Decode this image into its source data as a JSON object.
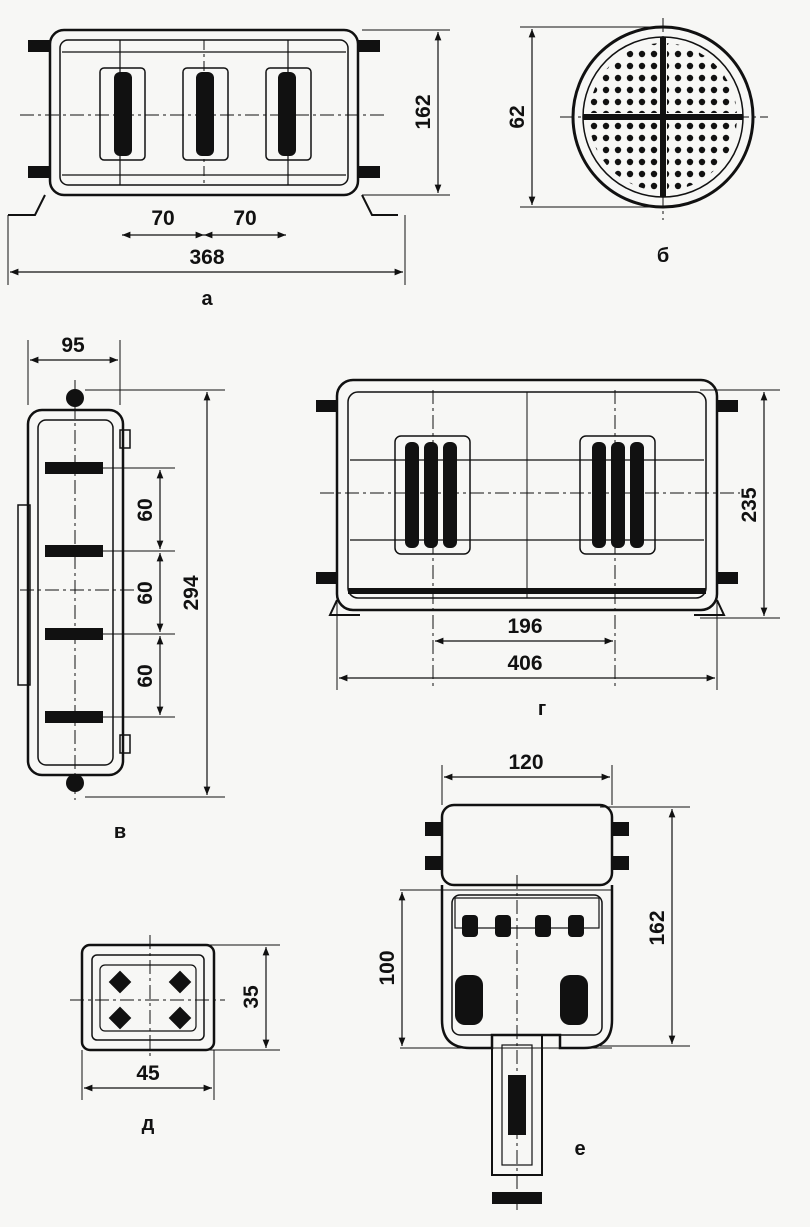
{
  "views": {
    "a": {
      "caption": "а",
      "dims": {
        "pitch_left": "70",
        "pitch_right": "70",
        "length": "368",
        "height": "162"
      }
    },
    "b": {
      "caption": "б",
      "dims": {
        "diameter": "62"
      }
    },
    "v": {
      "caption": "в",
      "dims": {
        "width": "95",
        "pitch_1": "60",
        "pitch_2": "60",
        "pitch_3": "60",
        "height": "294"
      }
    },
    "g": {
      "caption": "г",
      "dims": {
        "pitch": "196",
        "length": "406",
        "height": "235"
      }
    },
    "d": {
      "caption": "д",
      "dims": {
        "width": "45",
        "height": "35"
      }
    },
    "e": {
      "caption": "е",
      "dims": {
        "width": "120",
        "body_height": "100",
        "height": "162"
      }
    }
  },
  "colors": {
    "ink": "#111111",
    "paper": "#f7f7f5"
  }
}
